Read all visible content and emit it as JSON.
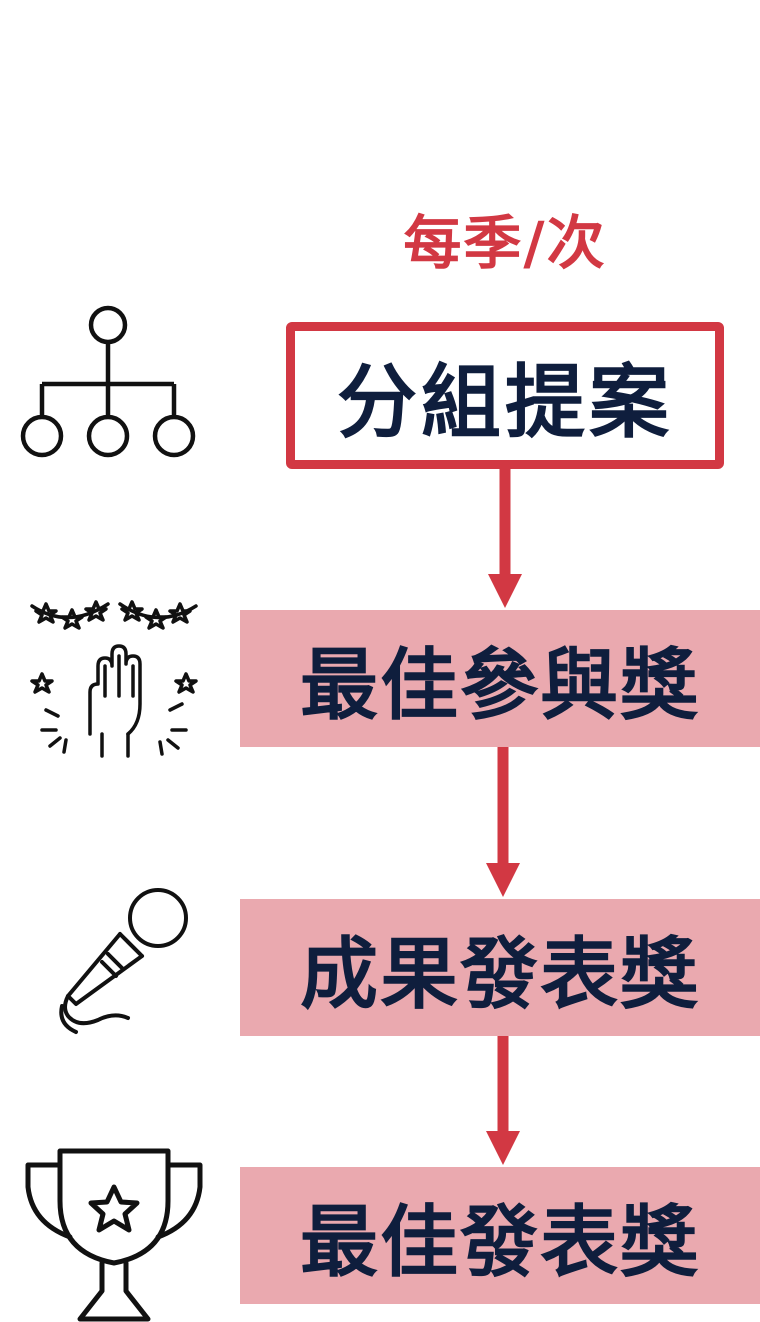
{
  "frequency_label": "每季/次",
  "flow": {
    "steps": [
      {
        "label": "分組提案",
        "icon": "hierarchy-icon"
      },
      {
        "label": "最佳參與獎",
        "icon": "raised-hand-celebration-icon"
      },
      {
        "label": "成果發表獎",
        "icon": "microphone-icon"
      },
      {
        "label": "最佳發表獎",
        "icon": "trophy-icon"
      }
    ]
  },
  "colors": {
    "accent_red": "#d23843",
    "box_fill_pink": "#eaa9af",
    "text_navy": "#0f1e3d",
    "icon_black": "#111111"
  }
}
